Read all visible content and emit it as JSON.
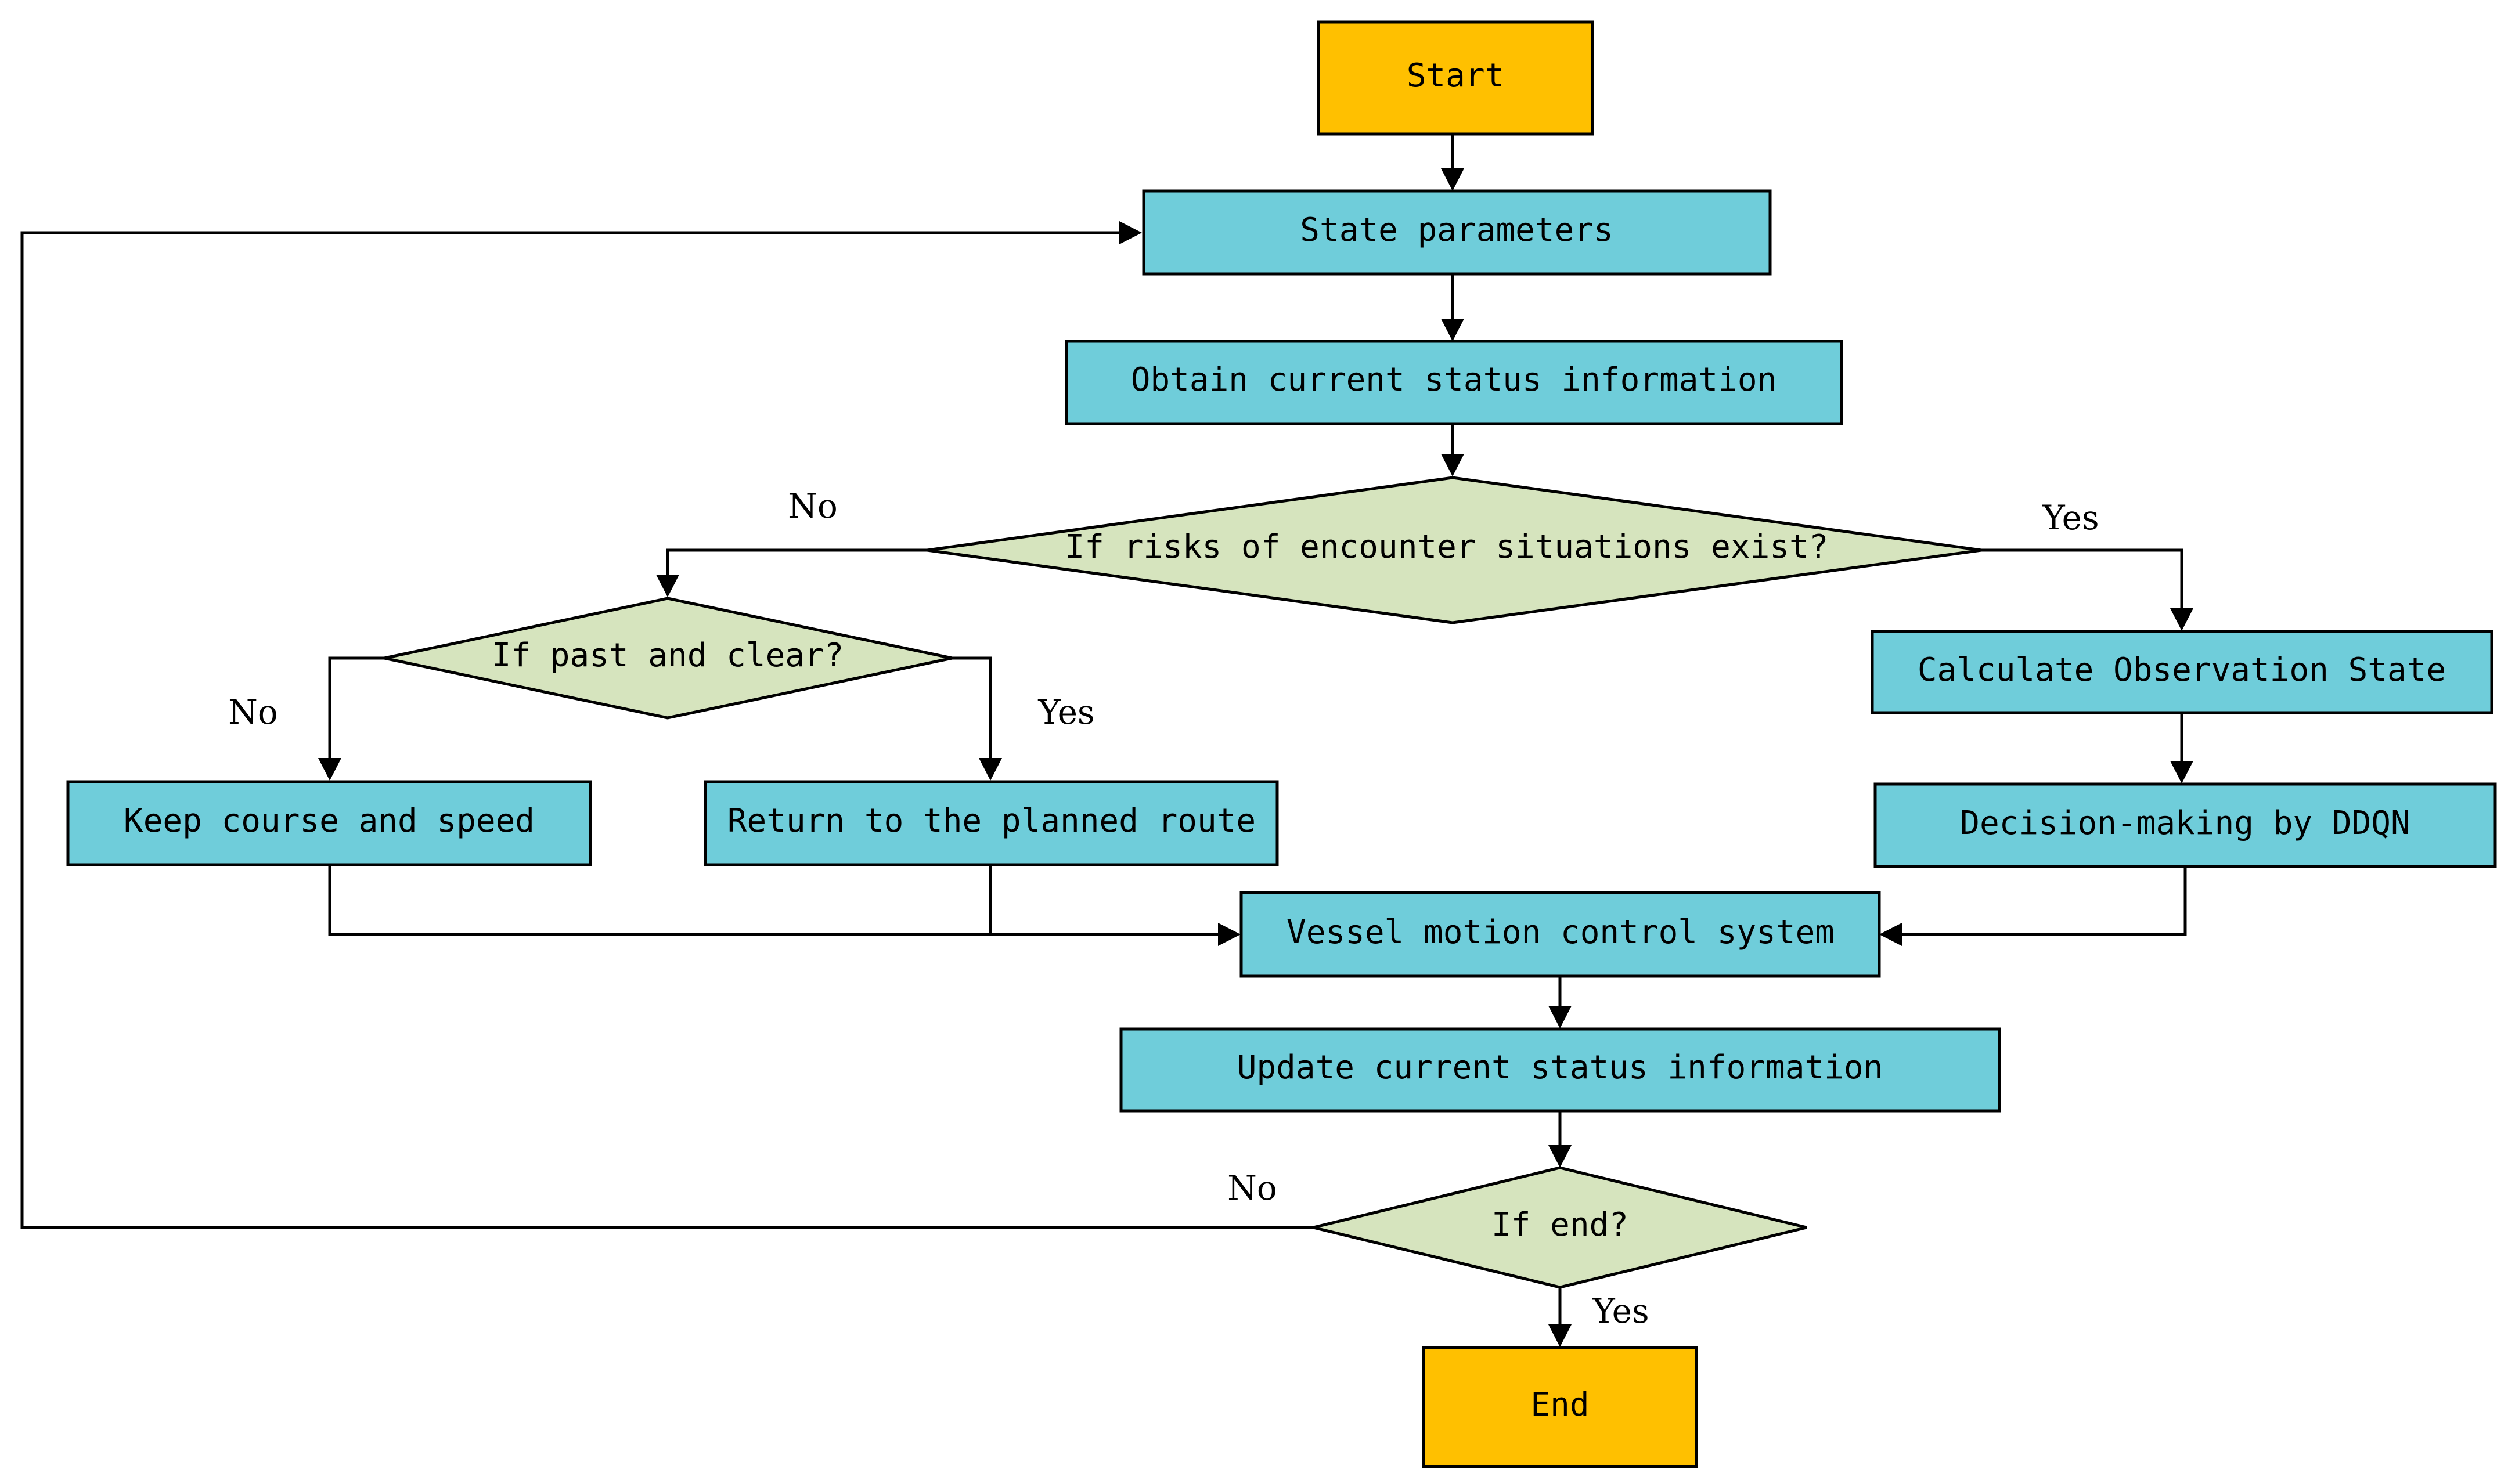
{
  "colors": {
    "terminal": "#FFC000",
    "process": "#6FCDDA",
    "decision": "#D6E4BE",
    "stroke": "#000000"
  },
  "nodes": {
    "start": "Start",
    "state_parameters": "State parameters",
    "obtain_status": "Obtain current status information",
    "risk_decision": "If risks of encounter situations exist?",
    "past_clear_decision": "If past and clear?",
    "keep_course": "Keep course and speed",
    "return_route": "Return to the planned route",
    "calc_observation": "Calculate Observation State",
    "ddqn_decision": "Decision-making by DDQN",
    "motion_control": "Vessel motion control system",
    "update_status": "Update current status information",
    "end_decision": "If end?",
    "end": "End"
  },
  "edge_labels": {
    "risk_no": "No",
    "risk_yes": "Yes",
    "past_no": "No",
    "past_yes": "Yes",
    "end_no": "No",
    "end_yes": "Yes"
  }
}
